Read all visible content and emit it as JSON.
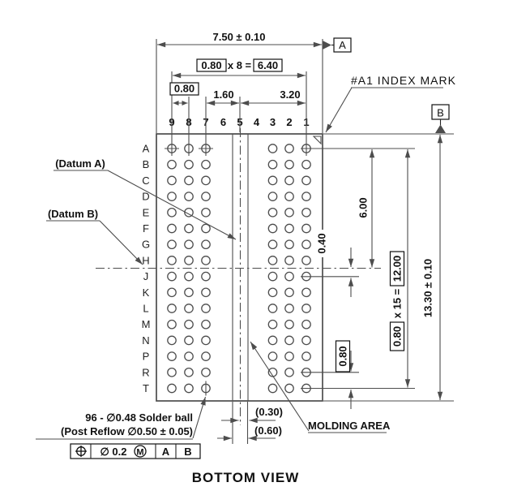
{
  "drawing_title": "BOTTOM VIEW",
  "package": {
    "row_labels": [
      "A",
      "B",
      "C",
      "D",
      "E",
      "F",
      "G",
      "H",
      "J",
      "K",
      "L",
      "M",
      "N",
      "P",
      "R",
      "T"
    ],
    "col_labels": [
      "9",
      "8",
      "7",
      "6",
      "5",
      "4",
      "3",
      "2",
      "1"
    ],
    "ball_columns": [
      "9",
      "8",
      "7",
      "3",
      "2",
      "1"
    ],
    "ball_count": 96,
    "reference_marks": [
      {
        "row": "A",
        "col": "9",
        "type": "h"
      },
      {
        "row": "A",
        "col": "7",
        "type": "h"
      },
      {
        "row": "T",
        "col": "7",
        "type": "v"
      }
    ]
  },
  "dimensions": {
    "overall_width": "7.50 ± 0.10",
    "ball_pitch_h": "0.80",
    "ball_pitch_h_count": "x 8 =",
    "ball_span_h": "6.40",
    "pitch_h": "0.80",
    "center_gap": "1.60",
    "right_span": "3.20",
    "top_to_center": "6.00",
    "center_to_row_j": "0.40",
    "ball_pitch_v": "0.80",
    "ball_pitch_v_count": "x 15 =",
    "ball_span_v": "12.00",
    "overall_height": "13.30 ± 0.10",
    "bottom_pitch": "0.80",
    "mold_offset": "(0.30)",
    "mold_width": "(0.60)"
  },
  "labels": {
    "index_mark": "#A1 INDEX MARK",
    "datum_a": "(Datum A)",
    "datum_b": "(Datum B)",
    "molding_area": "MOLDING AREA",
    "datum_flag_a": "A",
    "datum_flag_b": "B",
    "solder_ball_note_1": "96 - ∅0.48 Solder ball",
    "solder_ball_note_2": "(Post Reflow ∅0.50 ± 0.05)"
  },
  "feature_control_frame": {
    "symbol": "position",
    "tolerance": "∅ 0.2",
    "material_modifier": "M",
    "datum_primary": "A",
    "datum_secondary": "B"
  },
  "colors": {
    "line": "#4d4d4d",
    "text": "#111111",
    "background": "#ffffff"
  }
}
